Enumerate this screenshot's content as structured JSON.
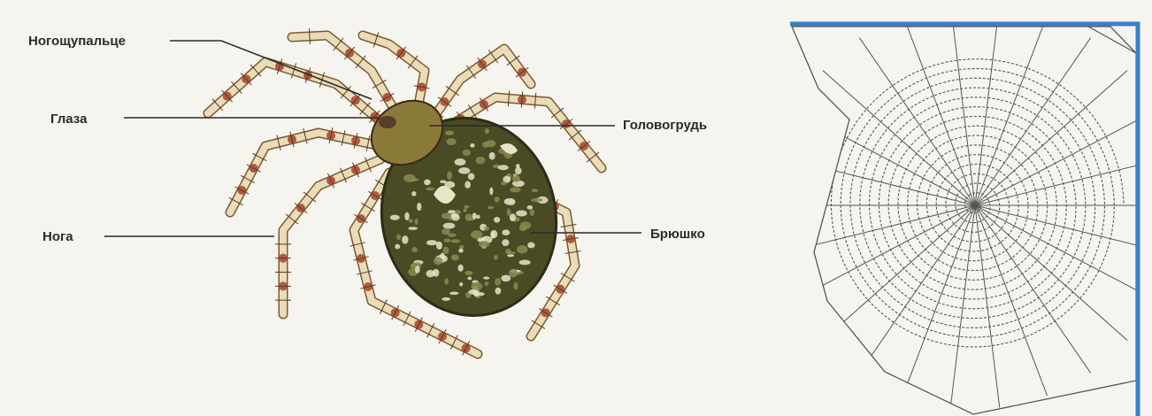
{
  "labels": {
    "pedipalp": "Ногощупальце",
    "eyes": "Глаза",
    "cephalothorax": "Головогрудь",
    "leg": "Нога",
    "abdomen": "Брюшко"
  },
  "colors": {
    "background": "#f6f4ef",
    "leader_line": "#2a2a2a",
    "frame_blue": "#3a7fc8",
    "web_thread": "#555555",
    "leg_base": "#e9dcb8",
    "leg_band": "#a4422a",
    "abdomen_dark": "#3f4020",
    "abdomen_light": "#e8e4c8"
  },
  "illustrations": {
    "left": "spider-anatomy",
    "right": "orb-web-in-frame-corner"
  }
}
